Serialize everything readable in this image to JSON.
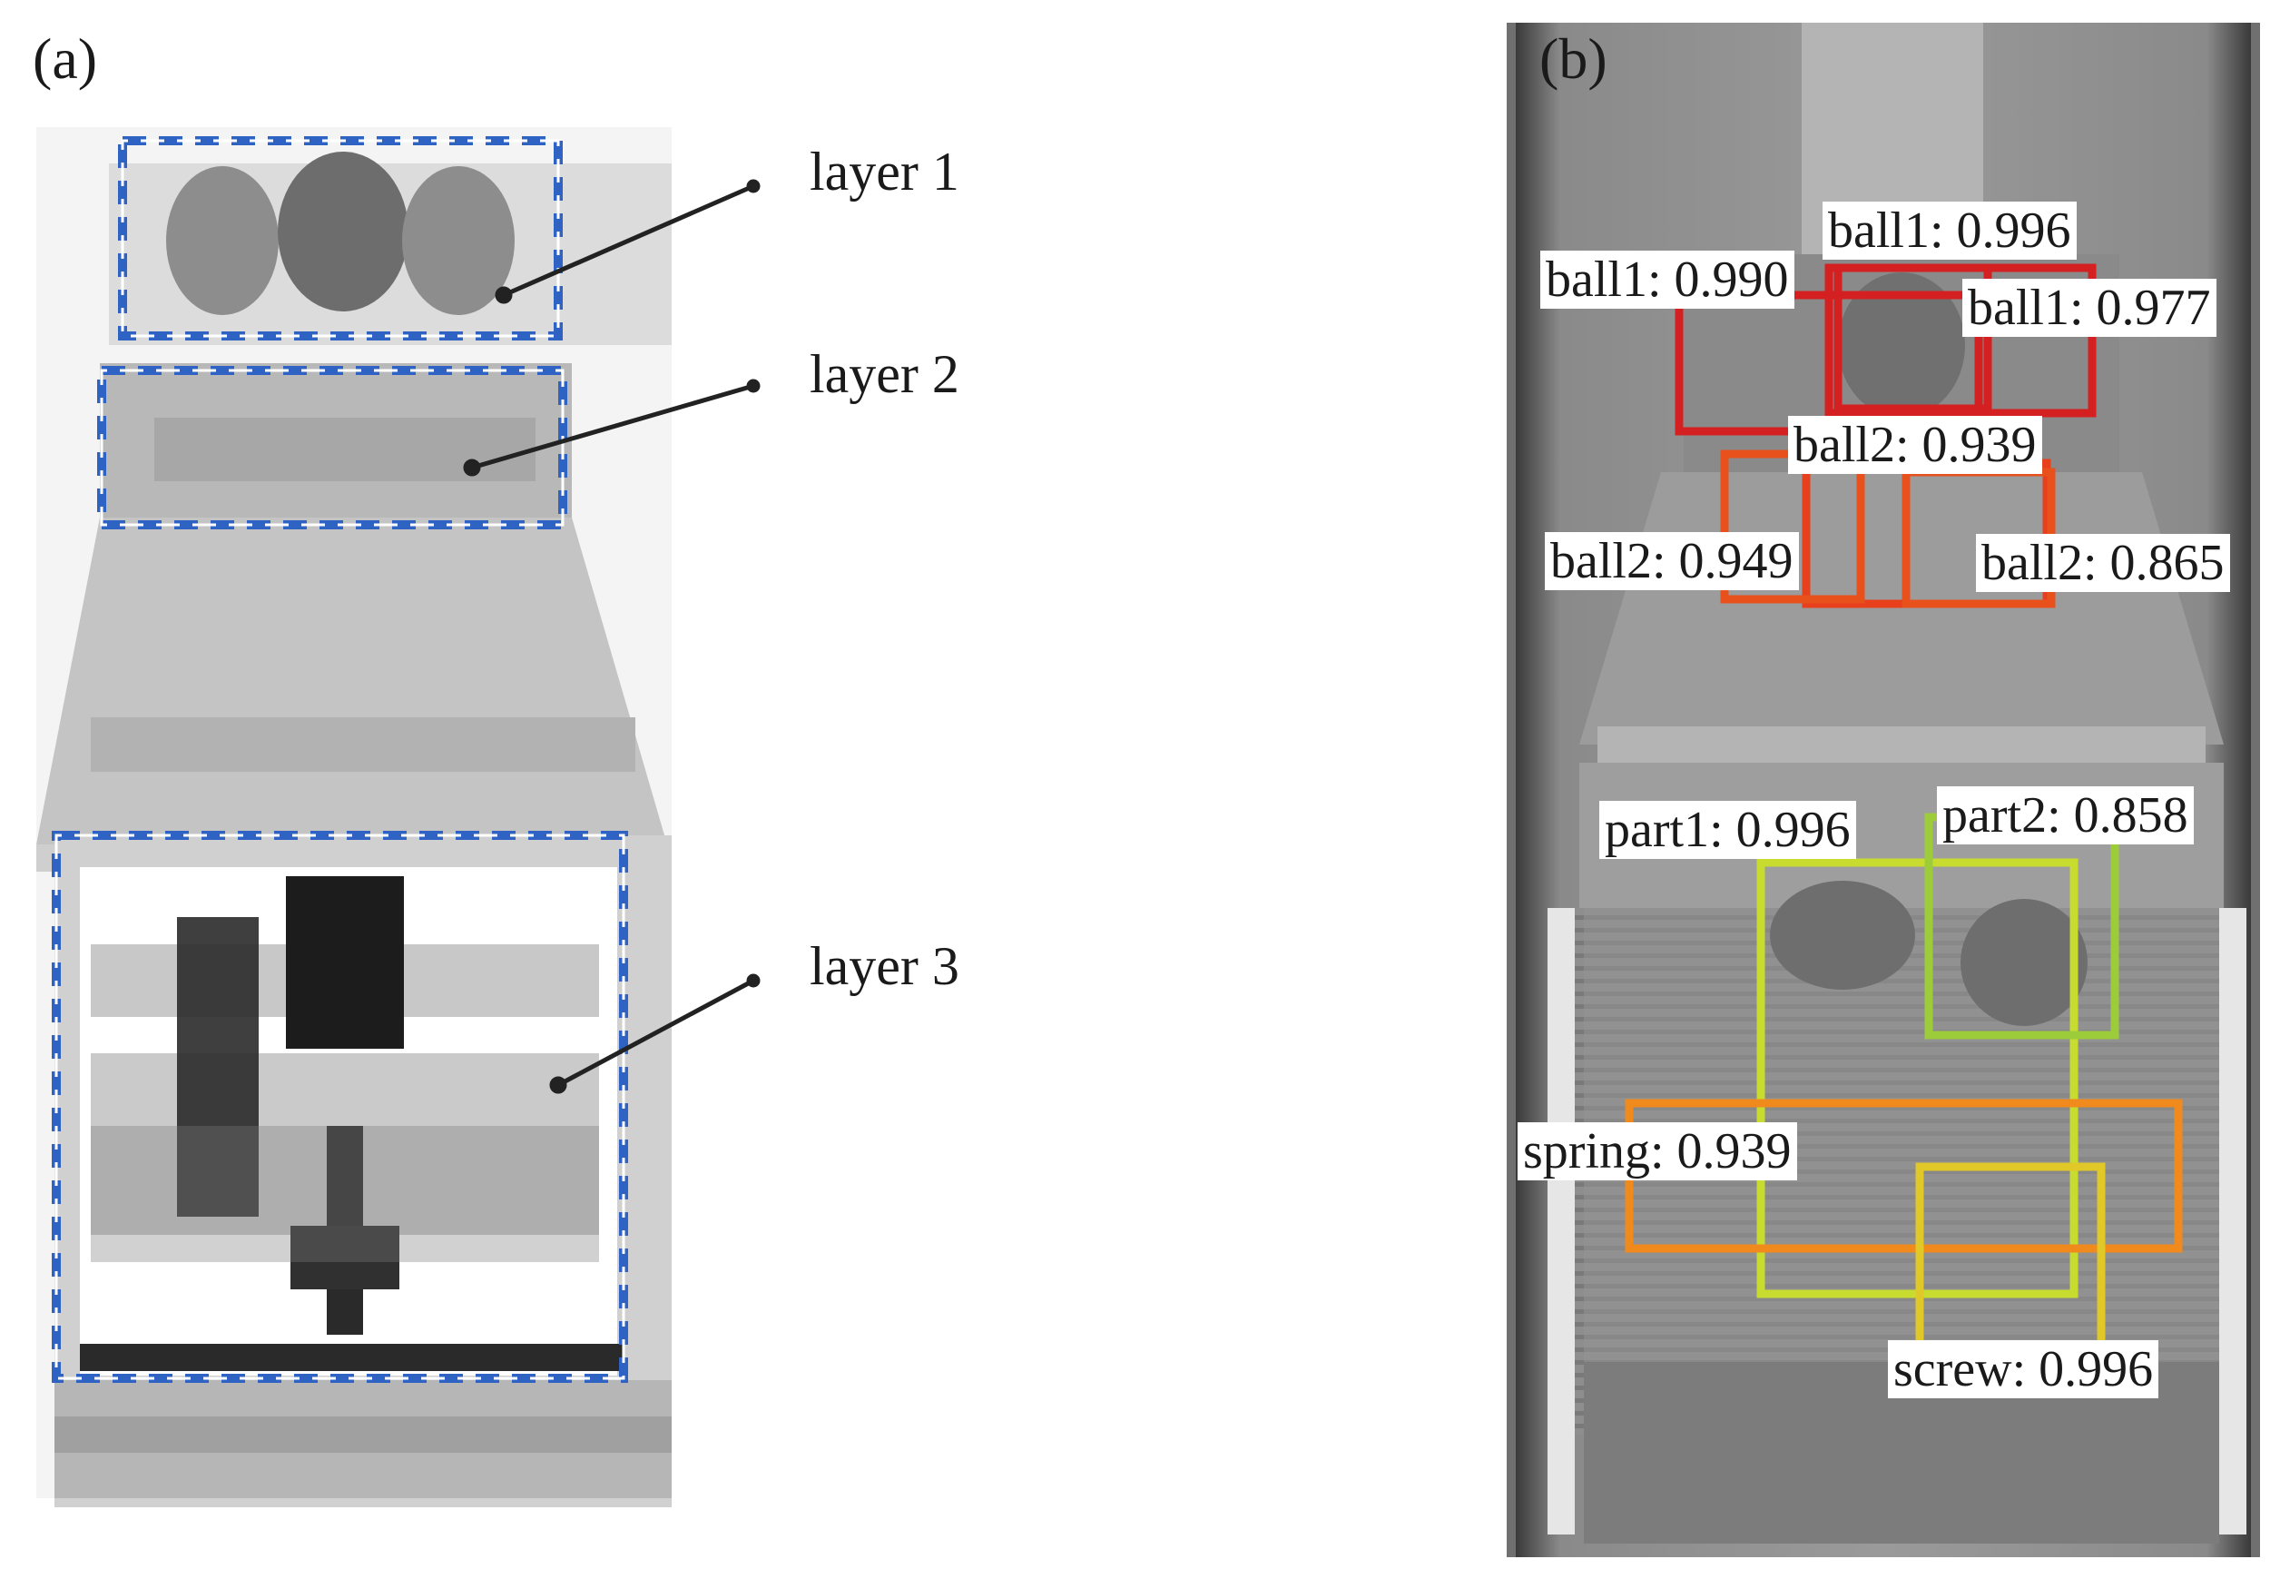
{
  "panel_a": {
    "tag": "(a)",
    "layers": [
      {
        "label": "layer 1"
      },
      {
        "label": "layer 2"
      },
      {
        "label": "layer 3"
      }
    ],
    "box_color": "#2e63c4"
  },
  "panel_b": {
    "tag": "(b)",
    "detections": [
      {
        "class": "ball1",
        "score": "0.990",
        "text": "ball1: 0.990",
        "color": "#d42020"
      },
      {
        "class": "ball1",
        "score": "0.996",
        "text": "ball1: 0.996",
        "color": "#d42020"
      },
      {
        "class": "ball1",
        "score": "0.977",
        "text": "ball1: 0.977",
        "color": "#d42020"
      },
      {
        "class": "ball2",
        "score": "0.939",
        "text": "ball2: 0.939",
        "color": "#e8401c"
      },
      {
        "class": "ball2",
        "score": "0.949",
        "text": "ball2: 0.949",
        "color": "#e8501c"
      },
      {
        "class": "ball2",
        "score": "0.865",
        "text": "ball2: 0.865",
        "color": "#e8501c"
      },
      {
        "class": "part1",
        "score": "0.996",
        "text": "part1: 0.996",
        "color": "#c8dc30"
      },
      {
        "class": "part2",
        "score": "0.858",
        "text": "part2: 0.858",
        "color": "#9ccc3a"
      },
      {
        "class": "spring",
        "score": "0.939",
        "text": "spring: 0.939",
        "color": "#f08a1c"
      },
      {
        "class": "screw",
        "score": "0.996",
        "text": "screw: 0.996",
        "color": "#e0c828"
      }
    ]
  }
}
